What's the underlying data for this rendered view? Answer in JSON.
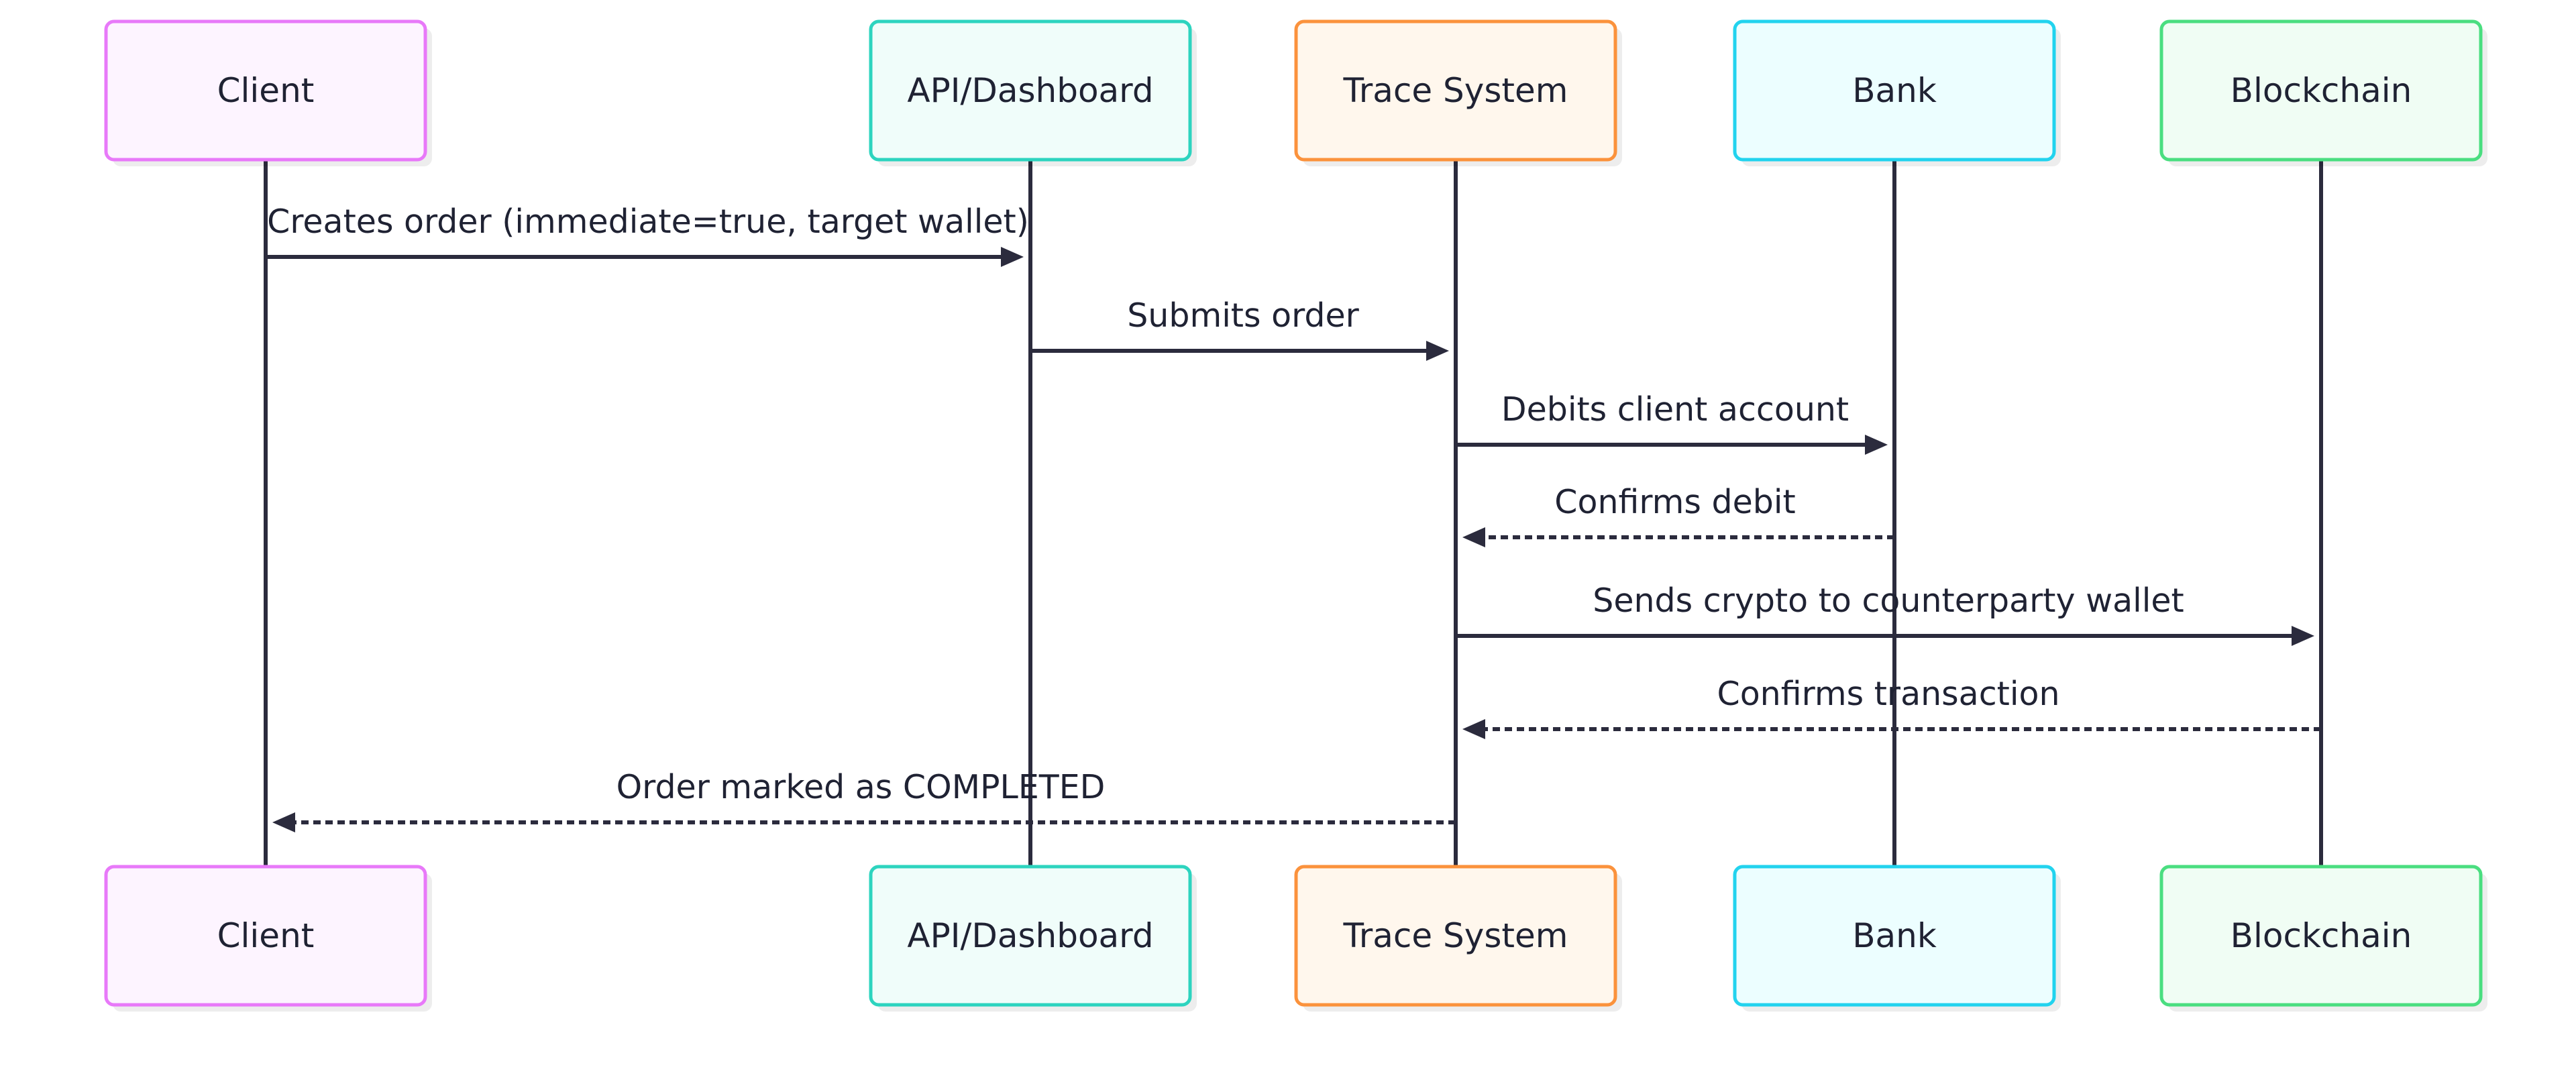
{
  "participants": [
    {
      "id": "client",
      "label": "Client",
      "stroke": "#e879f9",
      "fill": "#fdf4ff"
    },
    {
      "id": "api",
      "label": "API/Dashboard",
      "stroke": "#2dd4bf",
      "fill": "#f0fdfa"
    },
    {
      "id": "trace",
      "label": "Trace System",
      "stroke": "#fb923c",
      "fill": "#fff7ed"
    },
    {
      "id": "bank",
      "label": "Bank",
      "stroke": "#22d3ee",
      "fill": "#ecfeff"
    },
    {
      "id": "blockchain",
      "label": "Blockchain",
      "stroke": "#4ade80",
      "fill": "#f0fdf4"
    }
  ],
  "messages": [
    {
      "from": "client",
      "to": "api",
      "label": "Creates order (immediate=true, target wallet)",
      "style": "solid"
    },
    {
      "from": "api",
      "to": "trace",
      "label": "Submits order",
      "style": "solid"
    },
    {
      "from": "trace",
      "to": "bank",
      "label": "Debits client account",
      "style": "solid"
    },
    {
      "from": "bank",
      "to": "trace",
      "label": "Confirms debit",
      "style": "dotted"
    },
    {
      "from": "trace",
      "to": "blockchain",
      "label": "Sends crypto to counterparty wallet",
      "style": "solid"
    },
    {
      "from": "blockchain",
      "to": "trace",
      "label": "Confirms transaction",
      "style": "dotted"
    },
    {
      "from": "trace",
      "to": "client",
      "label": "Order marked as COMPLETED",
      "style": "dotted"
    }
  ],
  "colors": {
    "line": "#2b2b3d",
    "text": "#1f2233"
  }
}
